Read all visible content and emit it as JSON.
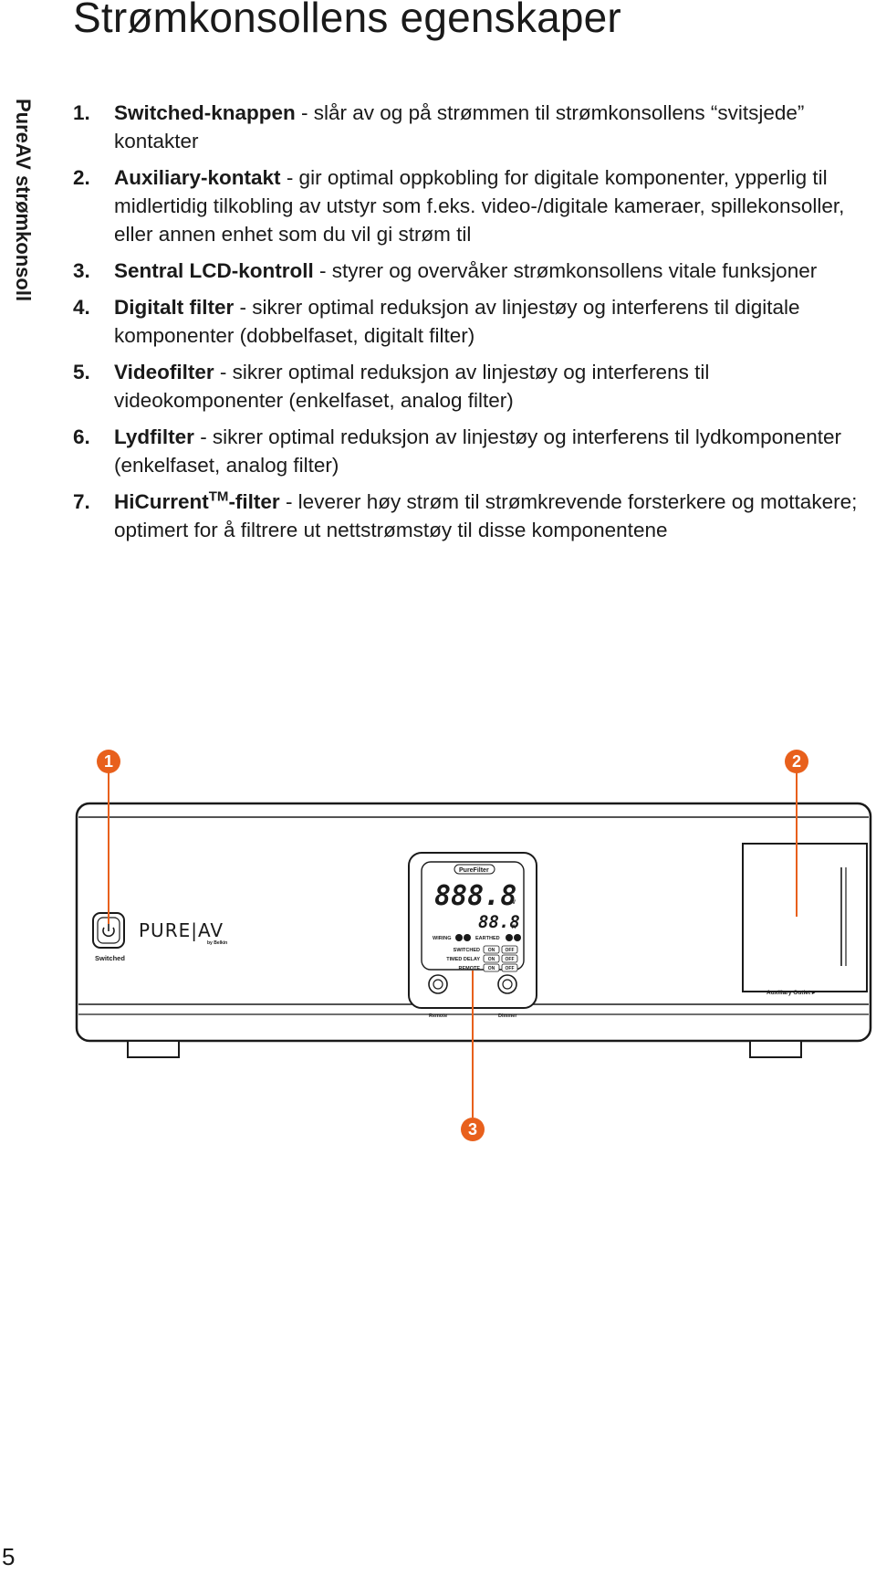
{
  "page": {
    "title": "Strømkonsollens egenskaper",
    "side_label": "PureAV strømkonsoll",
    "page_number": "5"
  },
  "features": [
    {
      "num": "1.",
      "term": "Switched-knappen",
      "tm": "",
      "suffix": "",
      "desc": " - slår av og på strømmen til strømkonsollens “svitsjede” kontakter"
    },
    {
      "num": "2.",
      "term": "Auxiliary-kontakt",
      "tm": "",
      "suffix": "",
      "desc": " - gir optimal oppkobling for digitale komponenter, ypperlig til midlertidig tilkobling av utstyr som f.eks. video-/digitale kameraer, spillekonsoller, eller annen enhet som du vil gi strøm til"
    },
    {
      "num": "3.",
      "term": "Sentral LCD-kontroll",
      "tm": "",
      "suffix": "",
      "desc": " -  styrer og overvåker strømkonsollens vitale funksjoner"
    },
    {
      "num": "4.",
      "term": "Digitalt filter",
      "tm": "",
      "suffix": "",
      "desc": " - sikrer optimal reduksjon av linjestøy og interferens til digitale komponenter (dobbelfaset, digitalt filter)"
    },
    {
      "num": "5.",
      "term": "Videofilter",
      "tm": "",
      "suffix": "",
      "desc": " - sikrer optimal reduksjon av linjestøy og interferens til videokomponenter (enkelfaset, analog filter)"
    },
    {
      "num": "6.",
      "term": "Lydfilter",
      "tm": "",
      "suffix": "",
      "desc": " - sikrer optimal reduksjon av linjestøy og interferens til lydkomponenter (enkelfaset, analog filter)"
    },
    {
      "num": "7.",
      "term": "HiCurrent",
      "tm": "TM",
      "suffix": "-filter",
      "desc": " - leverer høy strøm til strømkrevende forsterkere og mottakere; optimert for å filtrere ut nettstrømstøy til disse komponentene"
    }
  ],
  "diagram": {
    "callouts": [
      "1",
      "2",
      "3"
    ],
    "callout_color": "#e8601c",
    "brand_text": "PURE|AV",
    "brand_sub": "by Belkin",
    "switched_label": "Switched",
    "purefilter_label": "PureFilter",
    "lcd_main": "888.8",
    "lcd_main_unit": "V",
    "lcd_sub": "88.8",
    "lcd_sub_unit": "A",
    "wiring_label": "WIRING",
    "earthed_label": "EARTHED",
    "rows": [
      {
        "label": "SWITCHED",
        "on": "ON",
        "off": "OFF"
      },
      {
        "label": "TIMED DELAY",
        "on": "ON",
        "off": "OFF"
      },
      {
        "label": "REMOTE",
        "on": "ON",
        "off": "OFF"
      }
    ],
    "remote_label": "Remote",
    "dimmer_label": "Dimmer",
    "aux_label": "Auxiliary Outlet ▸"
  }
}
